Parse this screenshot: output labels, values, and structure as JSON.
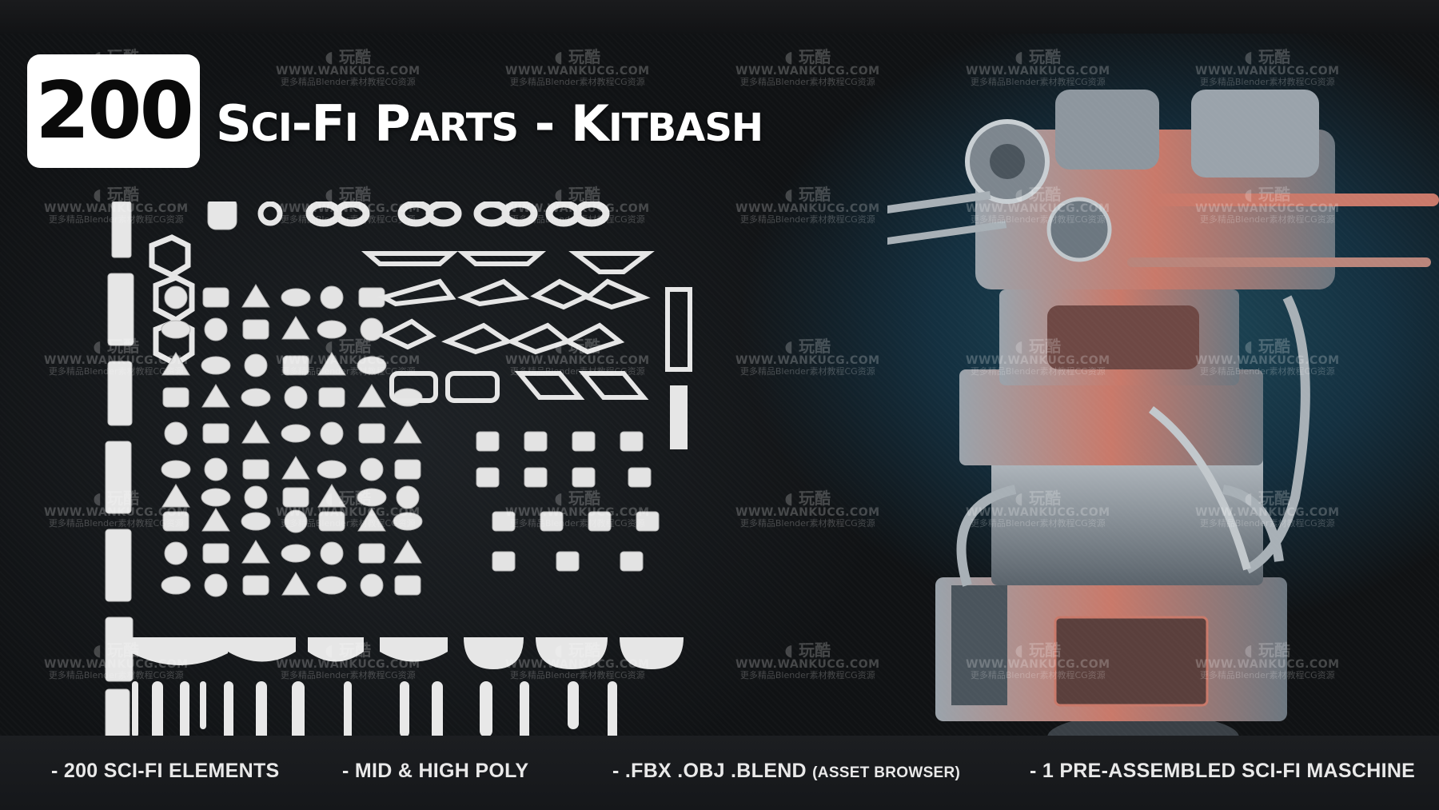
{
  "badge": {
    "count": "200"
  },
  "title": {
    "sci_first": "S",
    "sci_rest": "CI",
    "dash1": "-",
    "fi_first": "F",
    "fi_rest": "I",
    "parts_first": "P",
    "parts_rest": "ARTS",
    "dash2": "-",
    "kit_first": "K",
    "kit_rest": "ITBASH"
  },
  "features": [
    {
      "text": "- 200 SCI-FI ELEMENTS"
    },
    {
      "text": "- MID & HIGH POLY"
    },
    {
      "text": "-  .FBX .OBJ .BLEND",
      "small": "(ASSET BROWSER)"
    },
    {
      "text": "- 1  PRE-ASSEMBLED SCI-FI MASCHINE"
    }
  ],
  "watermark": {
    "logo": "玩酷",
    "site": "WWW.WANKUCG.COM",
    "tag": "更多精品Blender素材教程CG资源"
  },
  "colors": {
    "badge_bg": "#ffffff",
    "parts": "#e6e6e6",
    "machine_metal": "#9aa3ab",
    "machine_warm": "#c9796a",
    "accent_teal": "#1f4a5a"
  }
}
